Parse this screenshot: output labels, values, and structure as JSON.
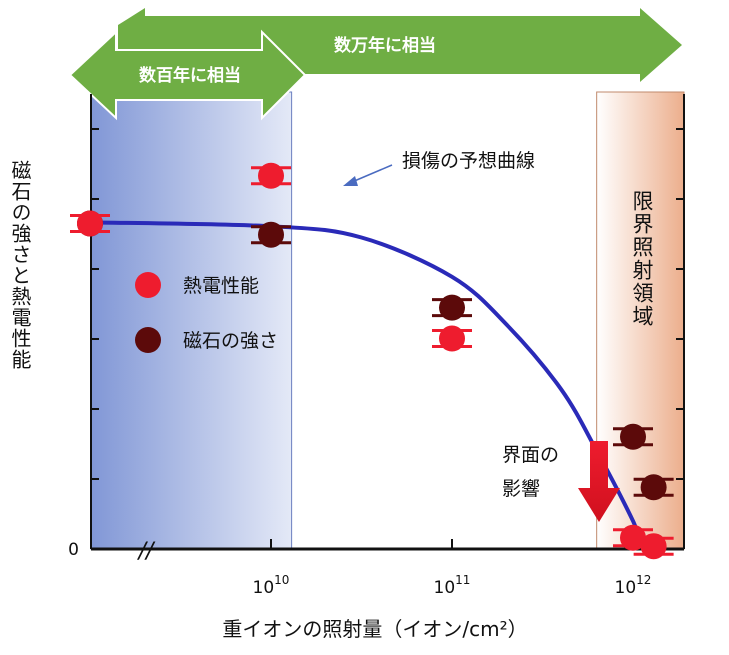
{
  "chart_data": {
    "type": "scatter",
    "ylabel": "磁石の強さと熱電性能",
    "xlabel": "重イオンの照射量（イオン/cm²）",
    "x_scale": "log",
    "x_ticks": [
      {
        "mantissa": "10",
        "exponent": "10",
        "value": 10000000000
      },
      {
        "mantissa": "10",
        "exponent": "11",
        "value": 100000000000
      },
      {
        "mantissa": "10",
        "exponent": "12",
        "value": 1000000000000
      }
    ],
    "y_zero_label": "0",
    "axis_break": "//",
    "ylim": [
      0,
      8
    ],
    "series": [
      {
        "name": "熱電性能",
        "color": "#ee1c2e",
        "points": [
          {
            "x": 1000000000,
            "y": 5.8
          },
          {
            "x": 10000000000,
            "y": 6.65
          },
          {
            "x": 100000000000,
            "y": 3.75
          },
          {
            "x": 1000000000000,
            "y": 0.2
          },
          {
            "x": 1300000000000,
            "y": 0.05
          }
        ]
      },
      {
        "name": "磁石の強さ",
        "color": "#5c0a0a",
        "points": [
          {
            "x": 1000000000,
            "y": 5.8
          },
          {
            "x": 10000000000,
            "y": 5.6
          },
          {
            "x": 100000000000,
            "y": 4.3
          },
          {
            "x": 1000000000000,
            "y": 2.0
          },
          {
            "x": 1300000000000,
            "y": 1.1
          }
        ]
      }
    ],
    "curve": {
      "name": "損傷の予想曲線",
      "color": "#2a2ab8",
      "points": [
        {
          "x": 1000000000,
          "y": 5.82
        },
        {
          "x": 10000000000,
          "y": 5.75
        },
        {
          "x": 31600000000,
          "y": 5.55
        },
        {
          "x": 100000000000,
          "y": 4.85
        },
        {
          "x": 200000000000,
          "y": 4.0
        },
        {
          "x": 400000000000,
          "y": 2.85
        },
        {
          "x": 630000000000,
          "y": 1.75
        },
        {
          "x": 1000000000000,
          "y": 0.5
        },
        {
          "x": 1100000000000,
          "y": 0.12
        },
        {
          "x": 1500000000000,
          "y": 0.12
        }
      ]
    },
    "regions": [
      {
        "name": "left-region",
        "from": 1000000000,
        "to": 13000000000,
        "color_from": "#8197d6",
        "color_to": "#e4e9f7"
      },
      {
        "name": "limit-region",
        "label": "限界照射領域",
        "from": 630000000000,
        "to": 1550000000000,
        "color_from": "#ffffff",
        "color_to": "#ecae8c"
      }
    ],
    "banners": [
      {
        "label": "数百年に相当",
        "color": "#6fae44"
      },
      {
        "label": "数万年に相当",
        "color": "#6fae44"
      }
    ],
    "legend": [
      {
        "label": "熱電性能",
        "color": "#ee1c2e"
      },
      {
        "label": "磁石の強さ",
        "color": "#5c0a0a"
      }
    ],
    "annotations": [
      {
        "label": "損傷の予想曲線"
      },
      {
        "label": "界面の影響",
        "lines": [
          "界面の",
          "影響"
        ]
      }
    ]
  }
}
